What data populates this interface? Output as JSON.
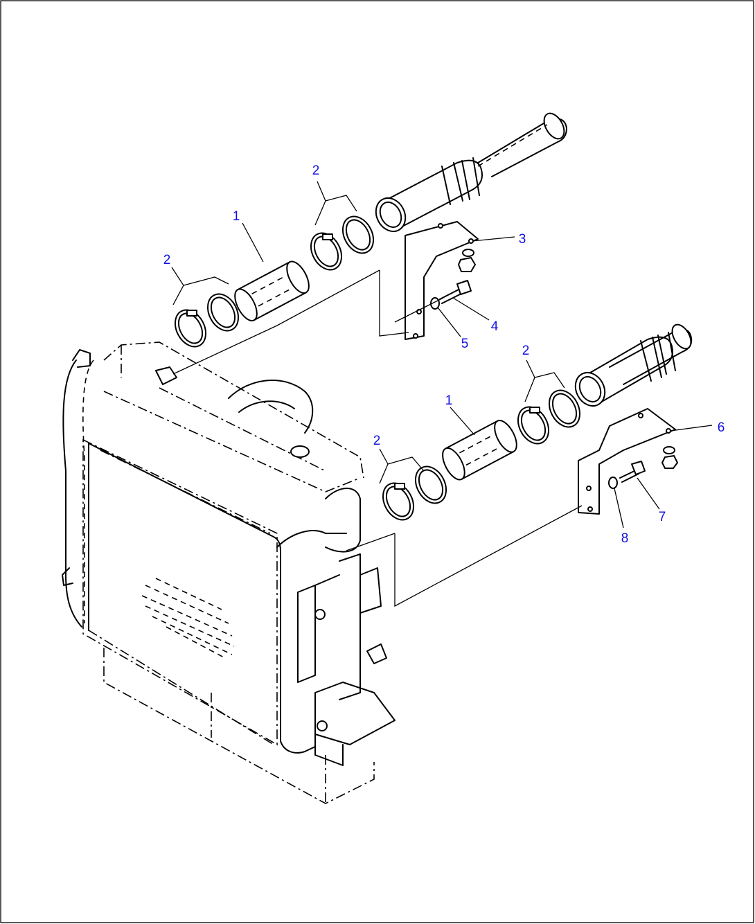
{
  "callouts": [
    {
      "id": "c1a",
      "label": "1"
    },
    {
      "id": "c2a",
      "label": "2"
    },
    {
      "id": "c2b",
      "label": "2"
    },
    {
      "id": "c3",
      "label": "3"
    },
    {
      "id": "c4",
      "label": "4"
    },
    {
      "id": "c5",
      "label": "5"
    },
    {
      "id": "c2c",
      "label": "2"
    },
    {
      "id": "c1b",
      "label": "1"
    },
    {
      "id": "c2d",
      "label": "2"
    },
    {
      "id": "c6",
      "label": "6"
    },
    {
      "id": "c7",
      "label": "7"
    },
    {
      "id": "c8",
      "label": "8"
    }
  ],
  "colors": {
    "callout": "#1010e0",
    "line": "#000000",
    "background": "#ffffff"
  }
}
